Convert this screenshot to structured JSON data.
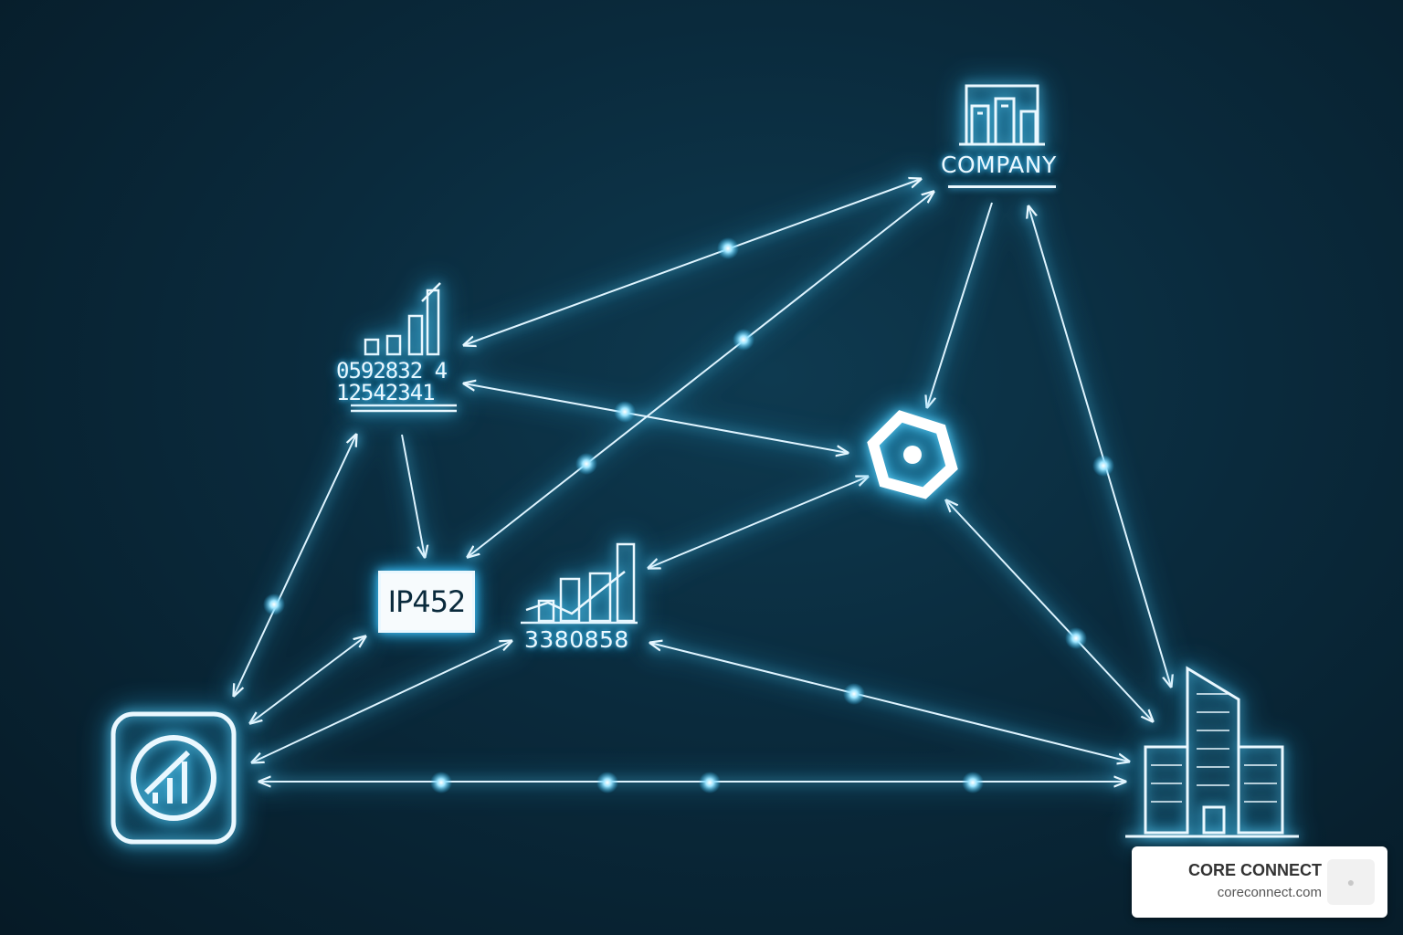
{
  "nodes": {
    "company": {
      "label": "COMPANY",
      "icon": "company-building-icon"
    },
    "ledger": {
      "line1": "0592832 4",
      "line2": "12542341",
      "icon": "skyline-ledger-icon"
    },
    "ip": {
      "label": "IP452"
    },
    "metrics": {
      "label": "3380858",
      "icon": "skyline-chart-icon"
    },
    "hub": {
      "icon": "hexagon-hub-icon"
    },
    "app": {
      "icon": "signal-app-icon"
    },
    "office": {
      "icon": "office-tower-icon"
    }
  },
  "brand": {
    "name": "CORE CONNECT",
    "url": "coreconnect.com",
    "logo_icon": "brand-logo-icon"
  },
  "colors": {
    "background": "#0a2a3c",
    "line": "#dff4ff",
    "glow": "#49c8ff"
  }
}
